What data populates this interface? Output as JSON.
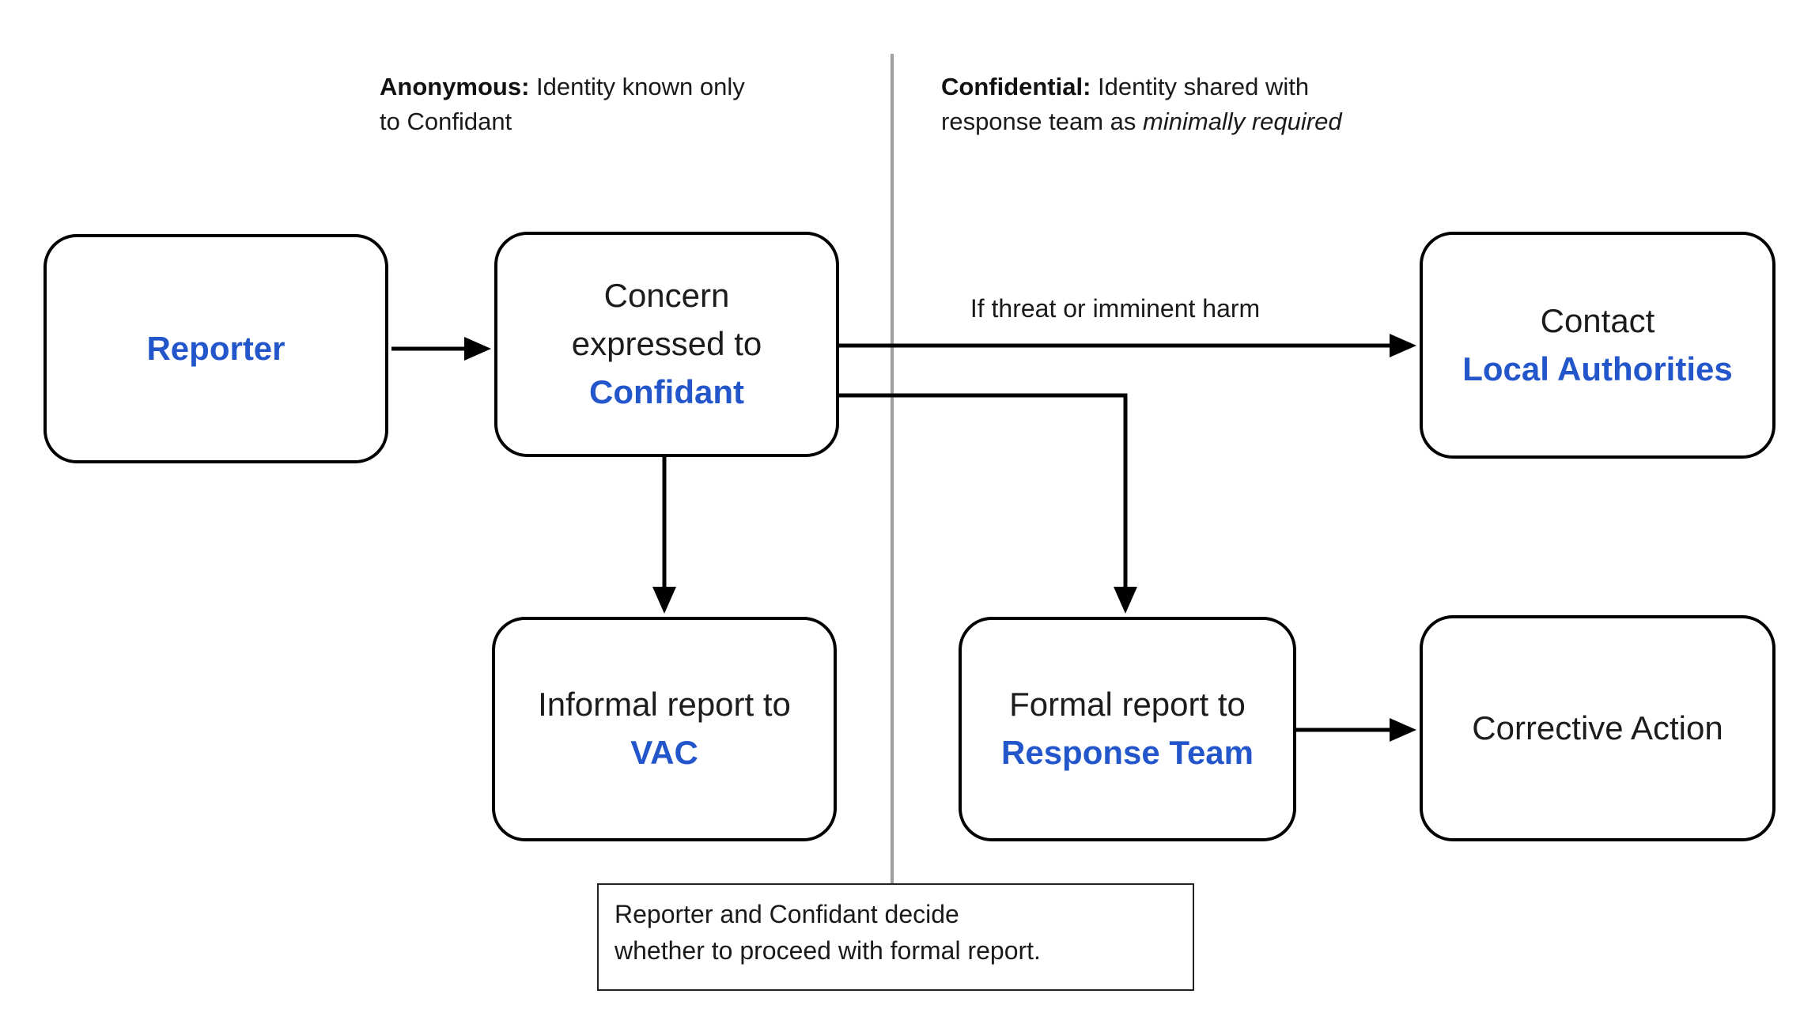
{
  "colors": {
    "accent_blue": "#2356cb",
    "divider_gray": "#9e9e9e",
    "line_black": "#000000"
  },
  "headers": {
    "anonymous": {
      "bold": "Anonymous:",
      "rest": " Identity known only\nto Confidant"
    },
    "confidential": {
      "bold": "Confidential:",
      "mid": " Identity shared with\nresponse team as ",
      "italic": "minimally required"
    }
  },
  "nodes": {
    "reporter": {
      "blue": "Reporter"
    },
    "concern": {
      "black": "Concern\nexpressed to",
      "blue": "Confidant"
    },
    "authorities": {
      "black": "Contact",
      "blue": "Local Authorities"
    },
    "informal": {
      "black": "Informal report to",
      "blue": "VAC"
    },
    "formal": {
      "black": "Formal report to",
      "blue": "Response Team"
    },
    "corrective": {
      "black": "Corrective Action"
    }
  },
  "edges": {
    "threat_label": "If threat or imminent harm"
  },
  "note": {
    "text": "Reporter and Confidant decide\nwhether to proceed with formal report."
  }
}
